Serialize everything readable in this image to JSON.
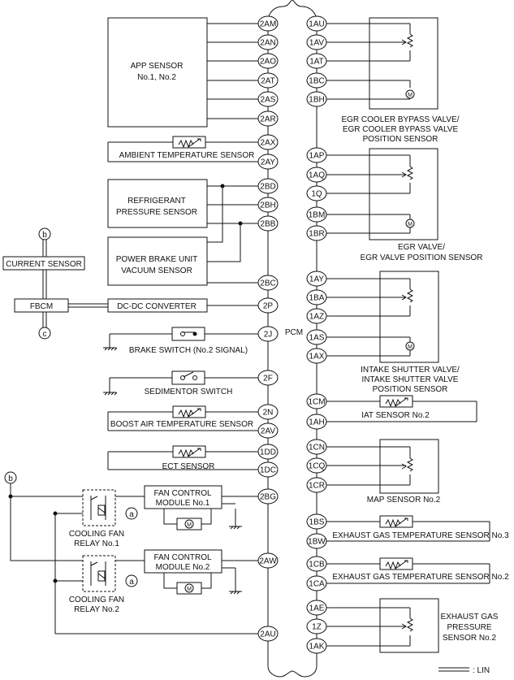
{
  "connector": {
    "label": "PCM",
    "left_pins": [
      "2AM",
      "2AN",
      "2AO",
      "2AT",
      "2AS",
      "2AR",
      "2AX",
      "2AY",
      "2BD",
      "2BH",
      "2BB",
      "2BC",
      "2P",
      "2J",
      "2F",
      "2N",
      "2AV",
      "1DD",
      "1DC",
      "2BG",
      "2AW",
      "2AU"
    ],
    "right_pins": [
      "1AU",
      "1AV",
      "1AT",
      "1BC",
      "1BH",
      "1AP",
      "1AQ",
      "1Q",
      "1BM",
      "1BR",
      "1AY",
      "1BA",
      "1AZ",
      "1AS",
      "1AX",
      "1CM",
      "1AH",
      "1CN",
      "1CQ",
      "1CR",
      "1BS",
      "1BW",
      "1CB",
      "1CA",
      "1AE",
      "1Z",
      "1AK"
    ]
  },
  "components": {
    "app_sensor": [
      "APP SENSOR",
      "No.1, No.2"
    ],
    "ambient_temp": "AMBIENT TEMPERATURE SENSOR",
    "refrigerant": [
      "REFRIGERANT",
      "PRESSURE SENSOR"
    ],
    "power_brake": [
      "POWER BRAKE UNIT",
      "VACUUM SENSOR"
    ],
    "current_sensor": "CURRENT SENSOR",
    "fbcm": "FBCM",
    "dcdc": "DC-DC CONVERTER",
    "brake_switch": "BRAKE SWITCH (No.2 SIGNAL)",
    "sedimentor": "SEDIMENTOR SWITCH",
    "boost_air": "BOOST AIR TEMPERATURE SENSOR",
    "ect": "ECT SENSOR",
    "fan_module_1": [
      "FAN CONTROL",
      "MODULE No.1"
    ],
    "fan_module_2": [
      "FAN CONTROL",
      "MODULE No.2"
    ],
    "relay_1": [
      "COOLING FAN",
      "RELAY No.1"
    ],
    "relay_2": [
      "COOLING FAN",
      "RELAY No.2"
    ],
    "egr_bypass": [
      "EGR COOLER BYPASS VALVE/",
      "EGR COOLER BYPASS VALVE",
      "POSITION SENSOR"
    ],
    "egr_valve": [
      "EGR VALVE/",
      "EGR VALVE POSITION SENSOR"
    ],
    "intake_shutter": [
      "INTAKE SHUTTER VALVE/",
      "INTAKE SHUTTER VALVE",
      "POSITION SENSOR"
    ],
    "iat2": "IAT SENSOR No.2",
    "map2": "MAP SENSOR No.2",
    "egt3": "EXHAUST GAS TEMPERATURE SENSOR No.3",
    "egt2": "EXHAUST GAS TEMPERATURE SENSOR No.2",
    "egp2": [
      "EXHAUST GAS",
      "PRESSURE",
      "SENSOR No.2"
    ]
  },
  "markers": {
    "b": "b",
    "c": "c",
    "a": "a",
    "motor": "M"
  },
  "legend": {
    "lin": ": LIN"
  }
}
